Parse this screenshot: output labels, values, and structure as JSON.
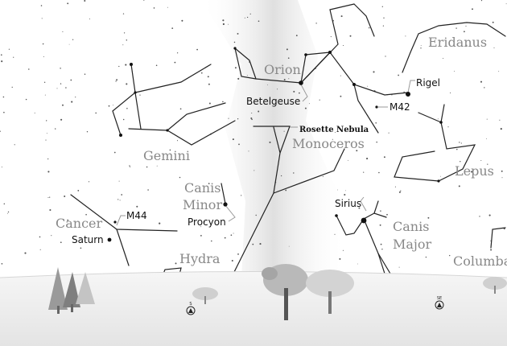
{
  "constellations": {
    "orion": "Orion",
    "eridanus": "Eridanus",
    "gemini": "Gemini",
    "monoceros": "Monoceros",
    "lepus": "Lepus",
    "canis_minor_line1": "Canis",
    "canis_minor_line2": "Minor",
    "cancer": "Cancer",
    "hydra": "Hydra",
    "canis_major_line1": "Canis",
    "canis_major_line2": "Major",
    "columba": "Columba"
  },
  "objects": {
    "betelgeuse": "Betelgeuse",
    "rigel": "Rigel",
    "m42": "M42",
    "rosette": "Rosette Nebula",
    "procyon": "Procyon",
    "sirius": "Sirius",
    "m44": "M44",
    "saturn": "Saturn"
  },
  "colors": {
    "constellation_line": "#222222",
    "constellation_label": "#888888",
    "object_label": "#111111",
    "milky_way": "#e8e8e8",
    "ground": "#e9e9e9"
  },
  "icons": [
    "compass-marker-icon-south",
    "compass-marker-icon-southeast"
  ]
}
